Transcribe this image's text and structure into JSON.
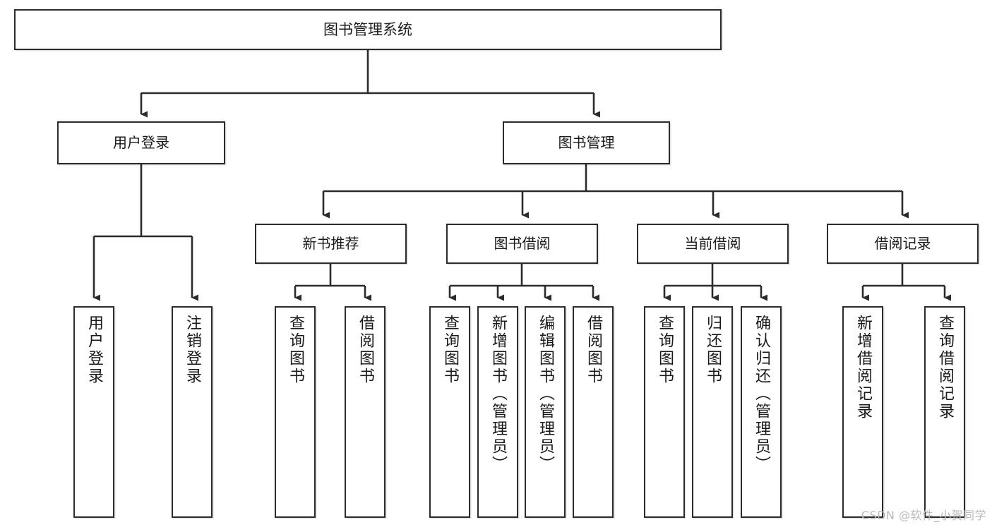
{
  "diagram": {
    "title": "图书管理系统",
    "type": "tree-hierarchy-chart",
    "watermark": "CSDN @软件_小贺同学",
    "colors": {
      "background": "#ffffff",
      "node_border": "#2b2b2b",
      "node_fill": "#ffffff",
      "edge": "#2b2b2b",
      "text": "#1a1a1a",
      "watermark": "#b9b9b9"
    },
    "nodes": {
      "root": {
        "label": "图书管理系统"
      },
      "level1": [
        {
          "id": "user-login",
          "label": "用户登录"
        },
        {
          "id": "book-manage",
          "label": "图书管理"
        }
      ],
      "level2": [
        {
          "id": "new-book-rec",
          "label": "新书推荐"
        },
        {
          "id": "book-borrow",
          "label": "图书借阅"
        },
        {
          "id": "current-borrow",
          "label": "当前借阅"
        },
        {
          "id": "borrow-record",
          "label": "借阅记录"
        }
      ],
      "level3": [
        {
          "id": "leaf-user-login",
          "label": "用户登录",
          "parent": "user-login"
        },
        {
          "id": "leaf-logout",
          "label": "注销登录",
          "parent": "user-login"
        },
        {
          "id": "leaf-query-book-1",
          "label": "查询图书",
          "parent": "new-book-rec"
        },
        {
          "id": "leaf-borrow-book-1",
          "label": "借阅图书",
          "parent": "new-book-rec"
        },
        {
          "id": "leaf-query-book-2",
          "label": "查询图书",
          "parent": "book-borrow"
        },
        {
          "id": "leaf-add-book",
          "label": "新增图书（管理员）",
          "parent": "book-borrow"
        },
        {
          "id": "leaf-edit-book",
          "label": "编辑图书（管理员）",
          "parent": "book-borrow"
        },
        {
          "id": "leaf-borrow-book-2",
          "label": "借阅图书",
          "parent": "book-borrow"
        },
        {
          "id": "leaf-query-book-3",
          "label": "查询图书",
          "parent": "current-borrow"
        },
        {
          "id": "leaf-return-book",
          "label": "归还图书",
          "parent": "current-borrow"
        },
        {
          "id": "leaf-confirm-return",
          "label": "确认归还（管理员）",
          "parent": "current-borrow"
        },
        {
          "id": "leaf-add-record",
          "label": "新增借阅记录",
          "parent": "borrow-record"
        },
        {
          "id": "leaf-query-record",
          "label": "查询借阅记录",
          "parent": "borrow-record"
        }
      ]
    }
  }
}
